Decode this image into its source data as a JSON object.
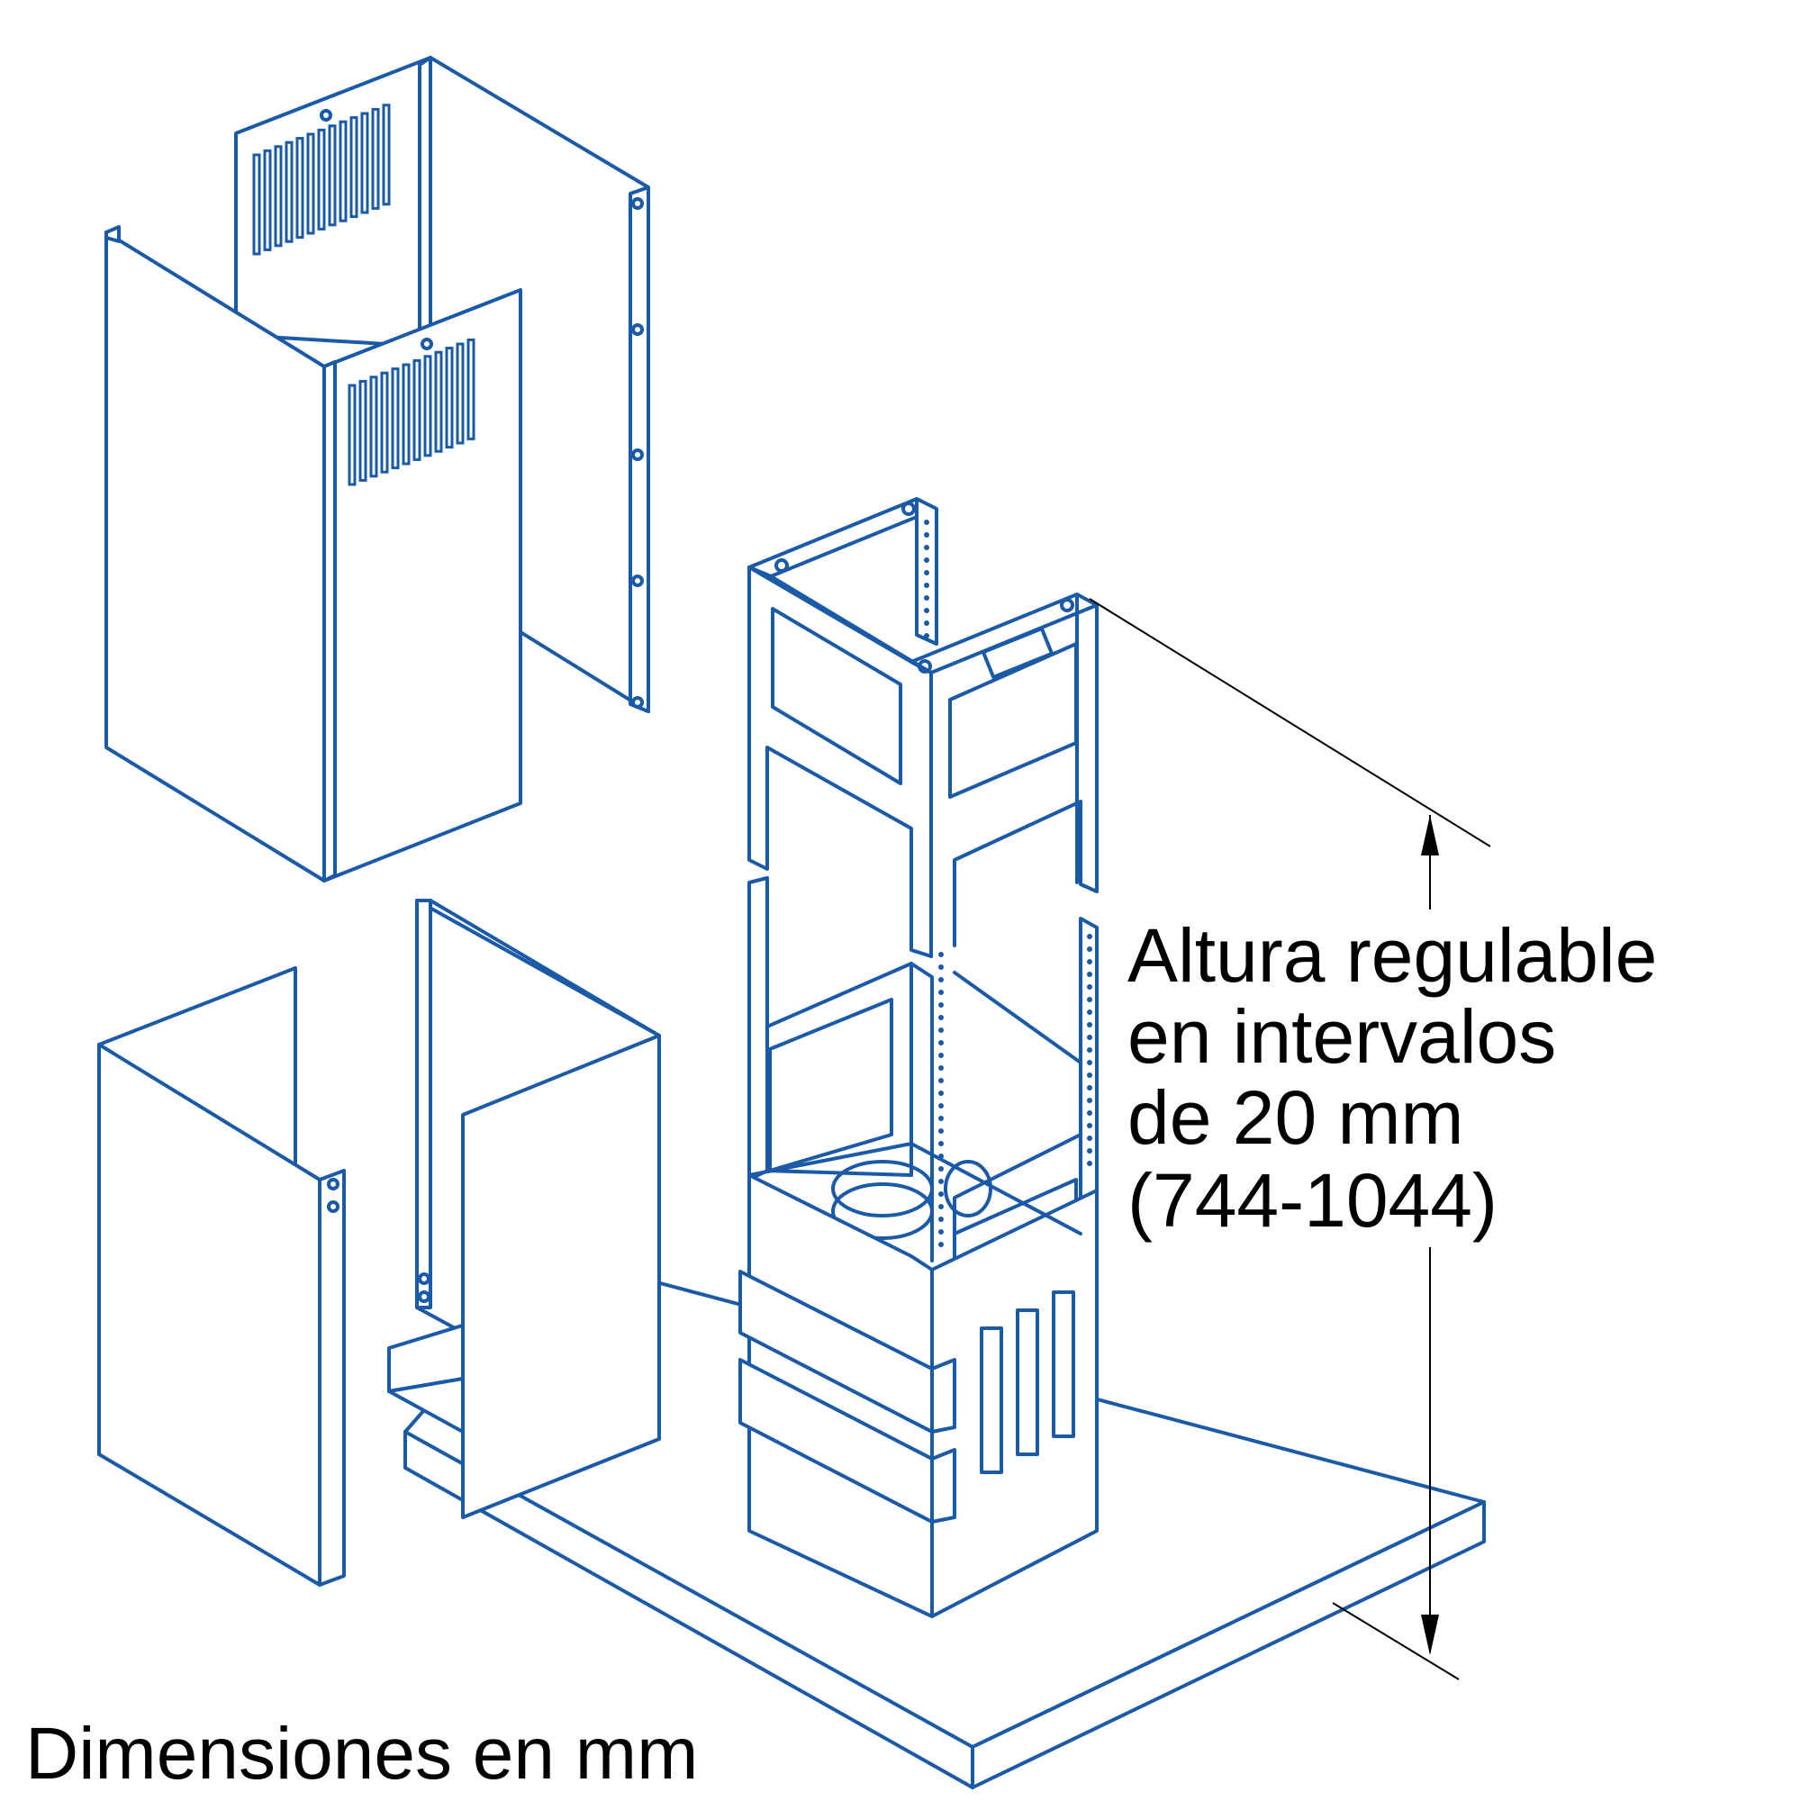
{
  "diagram": {
    "dimension_label": {
      "lines": [
        "Altura regulable",
        "en intervalos",
        "de 20 mm",
        "(744-1044)"
      ]
    },
    "units_note": "Dimensiones en mm"
  },
  "colors": {
    "line": "#1b5aa6",
    "dimension": "#000000",
    "background": "#ffffff"
  }
}
